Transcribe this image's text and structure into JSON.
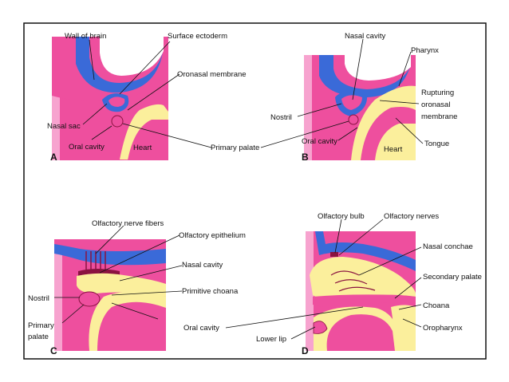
{
  "colors": {
    "pink": "#ee4f9e",
    "light_pink": "#f7a3cf",
    "blue": "#3a6ad8",
    "yellow": "#fbef9c",
    "dark_red": "#8a1340",
    "frame": "#111111"
  },
  "panels": {
    "a": {
      "letter": "A",
      "labels": {
        "wall_of_brain": "Wall of brain",
        "surface_ectoderm": "Surface ectoderm",
        "oronasal_membrane": "Oronasal membrane",
        "nasal_sac": "Nasal sac",
        "oral_cavity": "Oral cavity",
        "heart": "Heart"
      }
    },
    "b": {
      "letter": "B",
      "labels": {
        "nasal_cavity": "Nasal cavity",
        "pharynx": "Pharynx",
        "rupturing_1": "Rupturing",
        "rupturing_2": "oronasal",
        "rupturing_3": "membrane",
        "nostril": "Nostril",
        "oral_cavity": "Oral cavity",
        "tongue": "Tongue",
        "heart": "Heart"
      }
    },
    "shared": {
      "primary_palate": "Primary palate",
      "oral_cavity_cd": "Oral cavity"
    },
    "c": {
      "letter": "C",
      "labels": {
        "olfactory_nerve_fibers": "Olfactory nerve fibers",
        "olfactory_epithelium": "Olfactory epithelium",
        "nasal_cavity": "Nasal cavity",
        "primitive_choana": "Primitive choana",
        "nostril": "Nostril",
        "primary_1": "Primary",
        "primary_2": "palate"
      }
    },
    "d": {
      "letter": "D",
      "labels": {
        "olfactory_bulb": "Olfactory bulb",
        "olfactory_nerves": "Olfactory nerves",
        "nasal_conchae": "Nasal conchae",
        "secondary_palate": "Secondary palate",
        "choana": "Choana",
        "oropharynx": "Oropharynx",
        "lower_lip": "Lower lip"
      }
    }
  }
}
